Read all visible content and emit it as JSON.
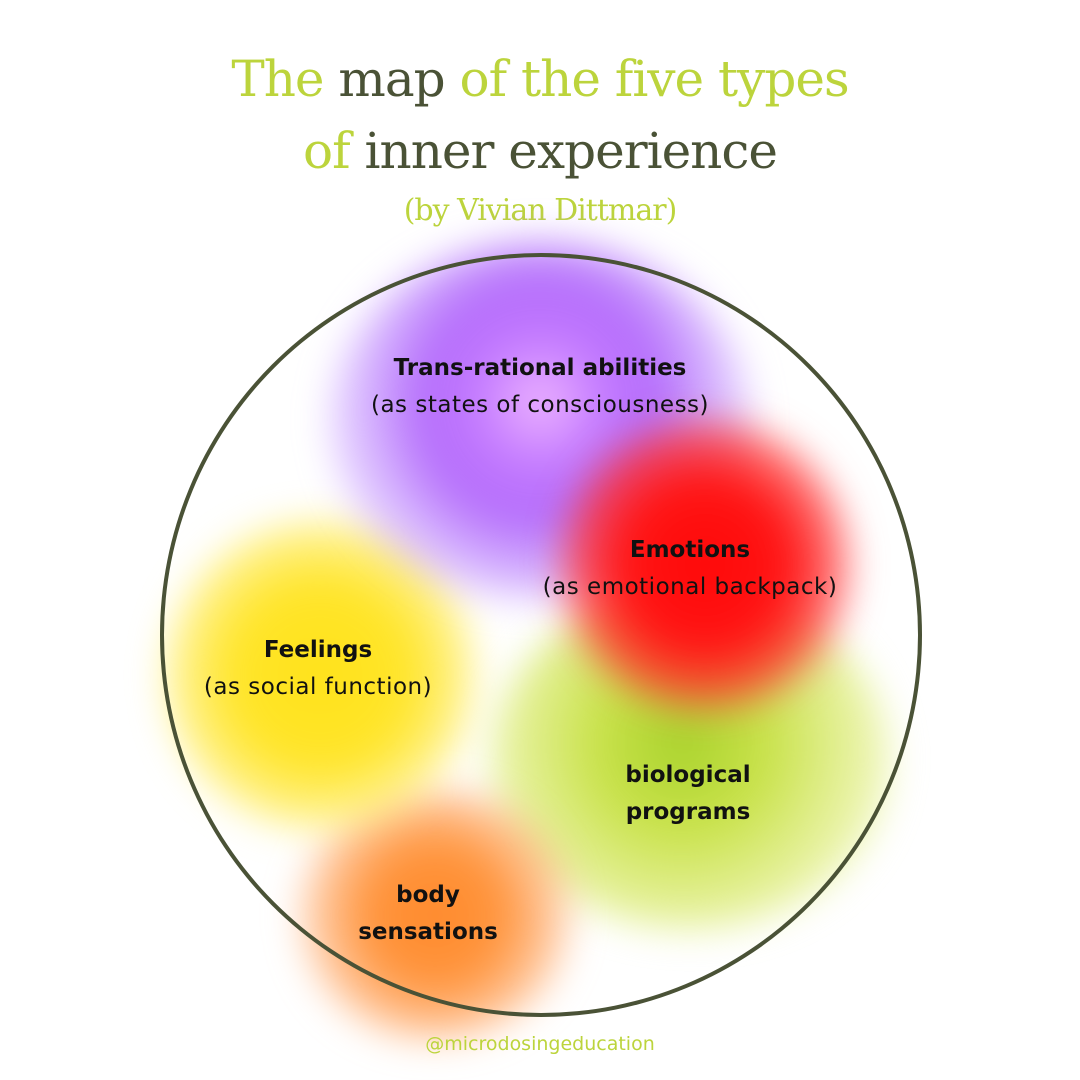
{
  "title": {
    "line1": [
      {
        "text": "The ",
        "color": "green"
      },
      {
        "text": "map ",
        "color": "dark"
      },
      {
        "text": "of the five types",
        "color": "green"
      }
    ],
    "line2": [
      {
        "text": "of ",
        "color": "green"
      },
      {
        "text": "inner experience",
        "color": "dark"
      }
    ],
    "subtitle": "(by Vivian Dittmar)"
  },
  "colors": {
    "green": "#bcd43c",
    "dark": "#4a5236",
    "purple": "#b46cfb",
    "red": "#ff1010",
    "yellow": "#ffe21a",
    "lime": "#c9e24a",
    "orange": "#ff8a2c"
  },
  "areas": {
    "transrational": {
      "title": "Trans-rational abilities",
      "subtitle": "(as states of consciousness)"
    },
    "emotions": {
      "title": "Emotions",
      "subtitle": "(as emotional backpack)"
    },
    "feelings": {
      "title": "Feelings",
      "subtitle": "(as social function)"
    },
    "biological": {
      "title1": "biological",
      "title2": "programs"
    },
    "body": {
      "title1": "body",
      "title2": "sensations"
    }
  },
  "footer": "@microdosingeducation"
}
